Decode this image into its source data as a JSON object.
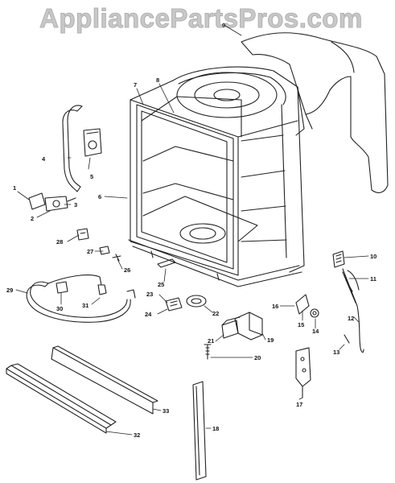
{
  "watermark": "AppliancePartsPros.com",
  "parts": [
    {
      "num": "1"
    },
    {
      "num": "2"
    },
    {
      "num": "3"
    },
    {
      "num": "4"
    },
    {
      "num": "5"
    },
    {
      "num": "6"
    },
    {
      "num": "7"
    },
    {
      "num": "8"
    },
    {
      "num": "9"
    },
    {
      "num": "10"
    },
    {
      "num": "11"
    },
    {
      "num": "12"
    },
    {
      "num": "13"
    },
    {
      "num": "14"
    },
    {
      "num": "15"
    },
    {
      "num": "16"
    },
    {
      "num": "17"
    },
    {
      "num": "18"
    },
    {
      "num": "19"
    },
    {
      "num": "20"
    },
    {
      "num": "21"
    },
    {
      "num": "22"
    },
    {
      "num": "23"
    },
    {
      "num": "24"
    },
    {
      "num": "25"
    },
    {
      "num": "26"
    },
    {
      "num": "27"
    },
    {
      "num": "28"
    },
    {
      "num": "29"
    },
    {
      "num": "30"
    },
    {
      "num": "31"
    },
    {
      "num": "32"
    },
    {
      "num": "33"
    }
  ],
  "colors": {
    "line": "#222222",
    "watermark": "#c8c8c8"
  }
}
